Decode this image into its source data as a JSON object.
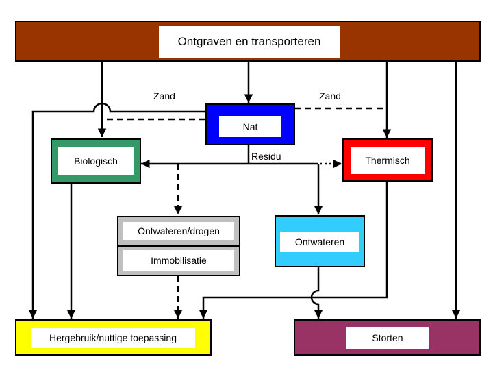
{
  "nodes": {
    "excavate": {
      "label": "Ontgraven en transporteren",
      "color": "#993300"
    },
    "wet": {
      "label": "Nat",
      "color": "#0000ff"
    },
    "biological": {
      "label": "Biologisch",
      "color": "#339966"
    },
    "thermal": {
      "label": "Thermisch",
      "color": "#ff0000"
    },
    "dewater_dry": {
      "label": "Ontwateren/drogen",
      "color": "#c0c0c0"
    },
    "immobilisation": {
      "label": "Immobilisatie",
      "color": "#c0c0c0"
    },
    "dewater": {
      "label": "Ontwateren",
      "color": "#33ccff"
    },
    "reuse": {
      "label": "Hergebruik/nuttige toepassing",
      "color": "#ffff00"
    },
    "landfill": {
      "label": "Storten",
      "color": "#993366"
    }
  },
  "edge_labels": {
    "sand_left": "Zand",
    "sand_right": "Zand",
    "residue": "Residu"
  }
}
